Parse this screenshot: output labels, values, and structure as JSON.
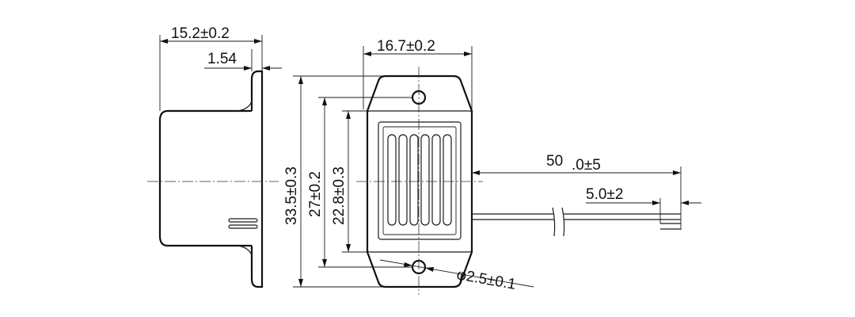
{
  "labels": {
    "side_width": "15.2±0.2",
    "flange_thickness": "1.54",
    "front_width": "16.7±0.2",
    "wire_length_num": "50",
    "wire_length_tol": ".0±5",
    "wire_strip": "5.0±2",
    "overall_height": "33.5±0.3",
    "mount_spacing": "27±0.2",
    "body_height": "22.8±0.3",
    "hole_diameter": "φ2.5±0.1"
  }
}
